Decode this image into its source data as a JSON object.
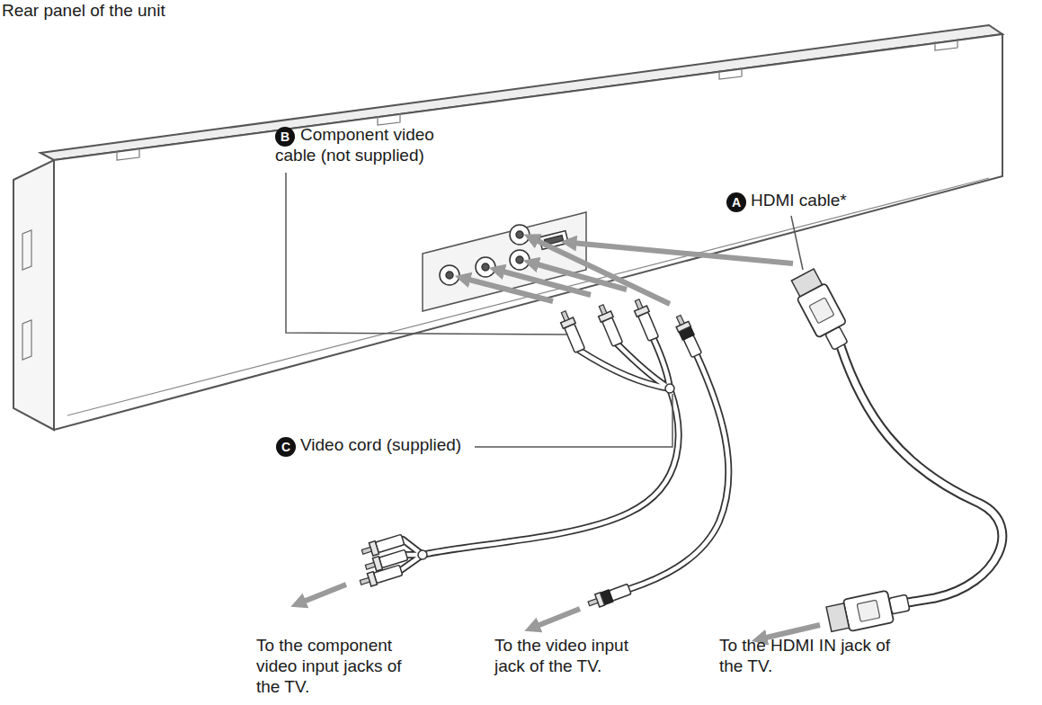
{
  "diagram": {
    "title": "Rear panel of the unit",
    "labels": [
      "B",
      "Component video cable (not supplied)",
      "A",
      "HDMI cable*",
      "C",
      "Video cord (supplied)",
      "To the component video input jacks of the TV.",
      "To the video input jack of the TV.",
      "To the HDMI IN jack of the TV."
    ]
  }
}
